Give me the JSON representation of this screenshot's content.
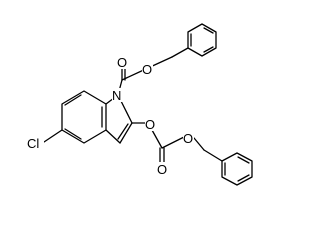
{
  "molecule": {
    "atom_labels": {
      "carbamate_carbonyl_o": "O",
      "carbamate_ester_o": "O",
      "indole_n": "N",
      "carbonate_link_o": "O",
      "carbonate_carbonyl_o": "O",
      "carbonate_ester_o": "O",
      "chloro": "Cl"
    }
  }
}
